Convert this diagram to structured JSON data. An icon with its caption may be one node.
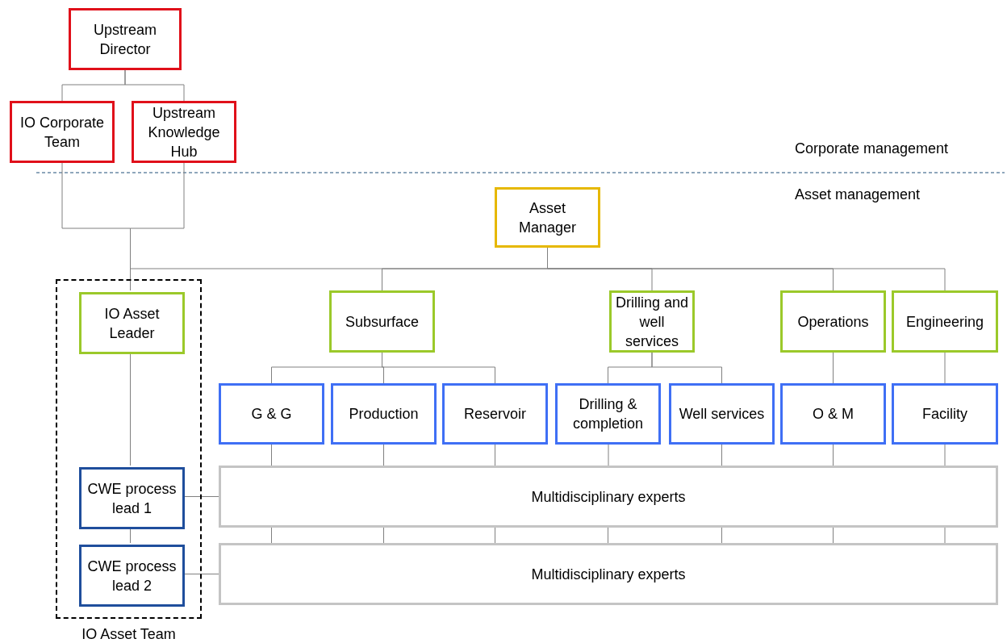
{
  "diagram": {
    "nodes": [
      {
        "text": [
          "Upstream Director"
        ]
      },
      {
        "text": [
          "IO Corporate Team"
        ]
      },
      {
        "text": [
          "Upstream Knowledge Hub"
        ]
      },
      {
        "text": [
          "Asset Manager"
        ]
      },
      {
        "text": [
          "IO Asset Team"
        ]
      },
      {
        "text": [
          "IO Asset Leader"
        ],
        "in": 4
      },
      {
        "text": [
          "Subsurface"
        ]
      },
      {
        "text": [
          "Drilling and well services"
        ]
      },
      {
        "text": [
          "Operations"
        ]
      },
      {
        "text": [
          "Engineering"
        ]
      },
      {
        "text": [
          "G & G"
        ]
      },
      {
        "text": [
          "Production"
        ]
      },
      {
        "text": [
          "Reservoir"
        ]
      },
      {
        "text": [
          "Drilling & completion"
        ]
      },
      {
        "text": [
          "Well services"
        ]
      },
      {
        "text": [
          "O & M"
        ]
      },
      {
        "text": [
          "Facility"
        ]
      },
      {
        "text": [
          "CWE process lead 1"
        ],
        "in": 4
      },
      {
        "text": [
          "CWE process lead 2"
        ],
        "in": 4
      },
      {
        "text": [
          "Multidisciplinary experts"
        ]
      },
      {
        "text": [
          "Multidisciplinary experts"
        ]
      }
    ],
    "edges": [
      {
        "from": 0,
        "to": 1,
        "arrow": "none"
      },
      {
        "from": 0,
        "to": 2,
        "arrow": "none"
      },
      {
        "from": 1,
        "to": 5,
        "arrow": "none"
      },
      {
        "from": 2,
        "to": 5,
        "arrow": "none"
      },
      {
        "from": 3,
        "to": 5,
        "arrow": "none"
      },
      {
        "from": 3,
        "to": 6,
        "arrow": "none"
      },
      {
        "from": 3,
        "to": 7,
        "arrow": "none"
      },
      {
        "from": 3,
        "to": 8,
        "arrow": "none"
      },
      {
        "from": 3,
        "to": 9,
        "arrow": "none"
      },
      {
        "from": 6,
        "to": 10,
        "arrow": "none"
      },
      {
        "from": 6,
        "to": 11,
        "arrow": "none"
      },
      {
        "from": 6,
        "to": 12,
        "arrow": "none"
      },
      {
        "from": 7,
        "to": 13,
        "arrow": "none"
      },
      {
        "from": 7,
        "to": 14,
        "arrow": "none"
      },
      {
        "from": 8,
        "to": 15,
        "arrow": "none"
      },
      {
        "from": 9,
        "to": 16,
        "arrow": "none"
      },
      {
        "from": 5,
        "to": 17,
        "arrow": "none"
      },
      {
        "from": 17,
        "to": 18,
        "arrow": "none"
      },
      {
        "from": 10,
        "to": 19,
        "arrow": "none"
      },
      {
        "from": 11,
        "to": 19,
        "arrow": "none"
      },
      {
        "from": 12,
        "to": 19,
        "arrow": "none"
      },
      {
        "from": 13,
        "to": 19,
        "arrow": "none"
      },
      {
        "from": 14,
        "to": 19,
        "arrow": "none"
      },
      {
        "from": 15,
        "to": 19,
        "arrow": "none"
      },
      {
        "from": 16,
        "to": 19,
        "arrow": "none"
      },
      {
        "from": 19,
        "to": 20,
        "arrow": "none"
      },
      {
        "from": 17,
        "to": 19,
        "arrow": "none"
      },
      {
        "from": 18,
        "to": 20,
        "arrow": "none"
      }
    ],
    "labels": [
      "Corporate management",
      "Asset management"
    ]
  }
}
